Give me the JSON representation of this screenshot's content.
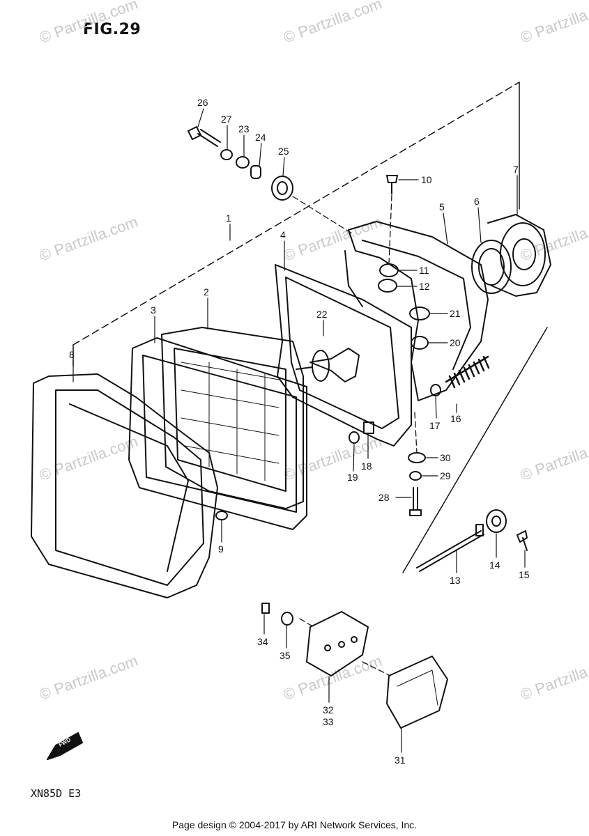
{
  "figure": {
    "title": "FIG.29"
  },
  "model": {
    "code": "XN85D E3"
  },
  "footer": {
    "text": "Page design © 2004-2017 by ARI Network Services, Inc."
  },
  "watermark": {
    "text": "© Partzilla.com"
  },
  "direction_arrow": {
    "label": "FWD"
  },
  "callouts": [
    "1",
    "2",
    "3",
    "4",
    "5",
    "6",
    "7",
    "8",
    "9",
    "10",
    "11",
    "12",
    "13",
    "14",
    "15",
    "16",
    "17",
    "18",
    "19",
    "20",
    "21",
    "22",
    "23",
    "24",
    "25",
    "26",
    "27",
    "28",
    "29",
    "30",
    "31",
    "32",
    "33",
    "34",
    "35"
  ]
}
